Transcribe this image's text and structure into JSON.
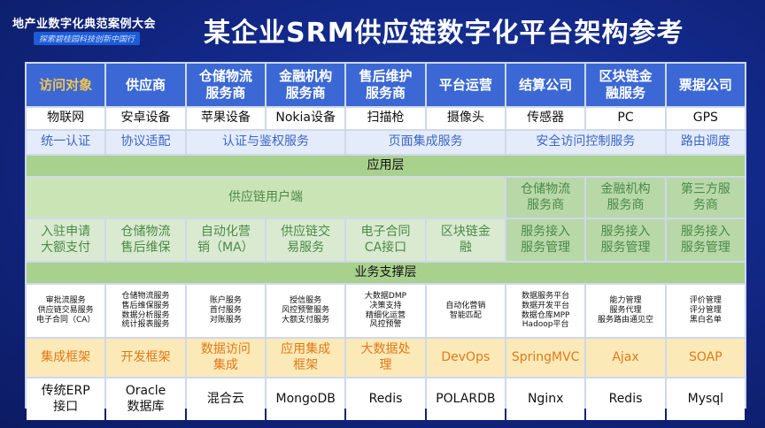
{
  "header": {
    "logo_title": "地产业数字化典范案例大会",
    "logo_sub": "探索碧桂园科技创新中国行",
    "title": "某企业SRM供应链数字化平台架构参考"
  },
  "row_header": [
    "访问对象",
    "供应商",
    "仓储物流\n服务商",
    "金融机构\n服务商",
    "售后维护\n服务商",
    "平台运营",
    "结算公司",
    "区块链金\n融服务",
    "票据公司"
  ],
  "row_devices": [
    "物联网",
    "安卓设备",
    "苹果设备",
    "Nokia设备",
    "扫描枪",
    "摄像头",
    "传感器",
    "PC",
    "GPS"
  ],
  "row_access": {
    "c1": "统一认证",
    "c2": "协议适配",
    "c3": "认证与鉴权服务",
    "c4": "页面集成服务",
    "c5": "安全访问控制服务",
    "c6": "路由调度"
  },
  "app_layer": "应用层",
  "row_app1": {
    "supplier_portal": "供应链用户端",
    "c7": "仓储物流\n服务商",
    "c8": "金融机构\n服务商",
    "c9": "第三方服\n务商"
  },
  "row_app2": [
    "入驻申请\n大额支付",
    "仓储物流\n售后维保",
    "自动化营\n销（MA）",
    "供应链交\n易服务",
    "电子合同\nCA接口",
    "区块链金\n融",
    "服务接入\n服务管理",
    "服务接入\n服务管理",
    "服务接入\n服务管理"
  ],
  "biz_layer": "业务支撑层",
  "row_biz": [
    "审批流服务\n供应链交易服务\n电子合同（CA）",
    "仓储物流服务\n售后维保服务\n数据分析服务\n统计报表服务",
    "账户服务\n首付服务\n对账服务",
    "授信服务\n风控预警服务\n大额支付服务",
    "大数据DMP\n决策支持\n精细化运营\n风控预警",
    "自动化营销\n智能匹配",
    "数据服务平台\n数据开发平台\n数据仓库MPP\nHadoop平台",
    "能力管理\n服务代理\n服务路由通见空",
    "评价管理\n评分管理\n黑白名单"
  ],
  "row_frame": [
    "集成框架",
    "开发框架",
    "数据访问\n集成",
    "应用集成\n框架",
    "大数据处\n理",
    "DevOps",
    "SpringMVC",
    "Ajax",
    "SOAP"
  ],
  "row_infra": [
    "传统ERP\n接口",
    "Oracle\n数据库",
    "混合云",
    "MongoDB",
    "Redis",
    "POLARDB",
    "Nginx",
    "Redis",
    "Mysql"
  ],
  "colors": {
    "header_bg": "#3b68d4",
    "header_first_text": "#f3c553",
    "band_green": "#a9d18e",
    "text_green": "#4a8a48",
    "frame_yellow": "#fbe9b8",
    "frame_text": "#e07a18",
    "access_text": "#3d66c6"
  }
}
